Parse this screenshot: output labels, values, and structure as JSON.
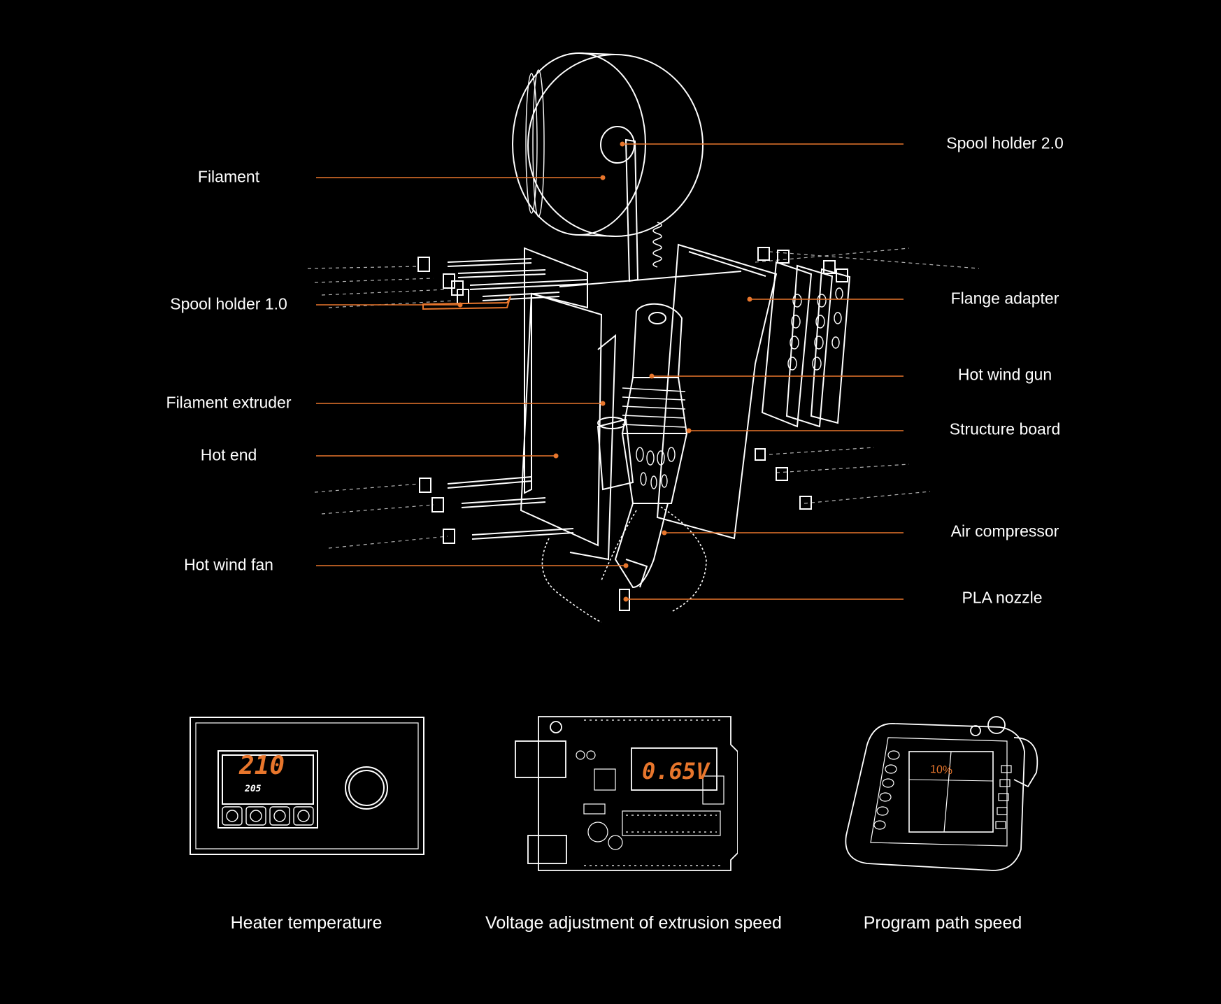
{
  "colors": {
    "background": "#000000",
    "line": "#ffffff",
    "accent": "#e8762c"
  },
  "callouts": {
    "left": [
      "Filament",
      "Spool holder 1.0",
      "Filament extruder",
      "Hot end",
      "Hot wind fan"
    ],
    "right": [
      "Spool holder 2.0",
      "Flange adapter",
      "Hot wind gun",
      "Structure board",
      "Air compressor",
      "PLA nozzle"
    ]
  },
  "controls": {
    "heater": {
      "caption": "Heater temperature",
      "set_value": "210",
      "current_value": "205"
    },
    "voltage": {
      "caption": "Voltage adjustment of extrusion speed",
      "value": "0.65V"
    },
    "path": {
      "caption": "Program path speed",
      "value": "10%"
    }
  }
}
